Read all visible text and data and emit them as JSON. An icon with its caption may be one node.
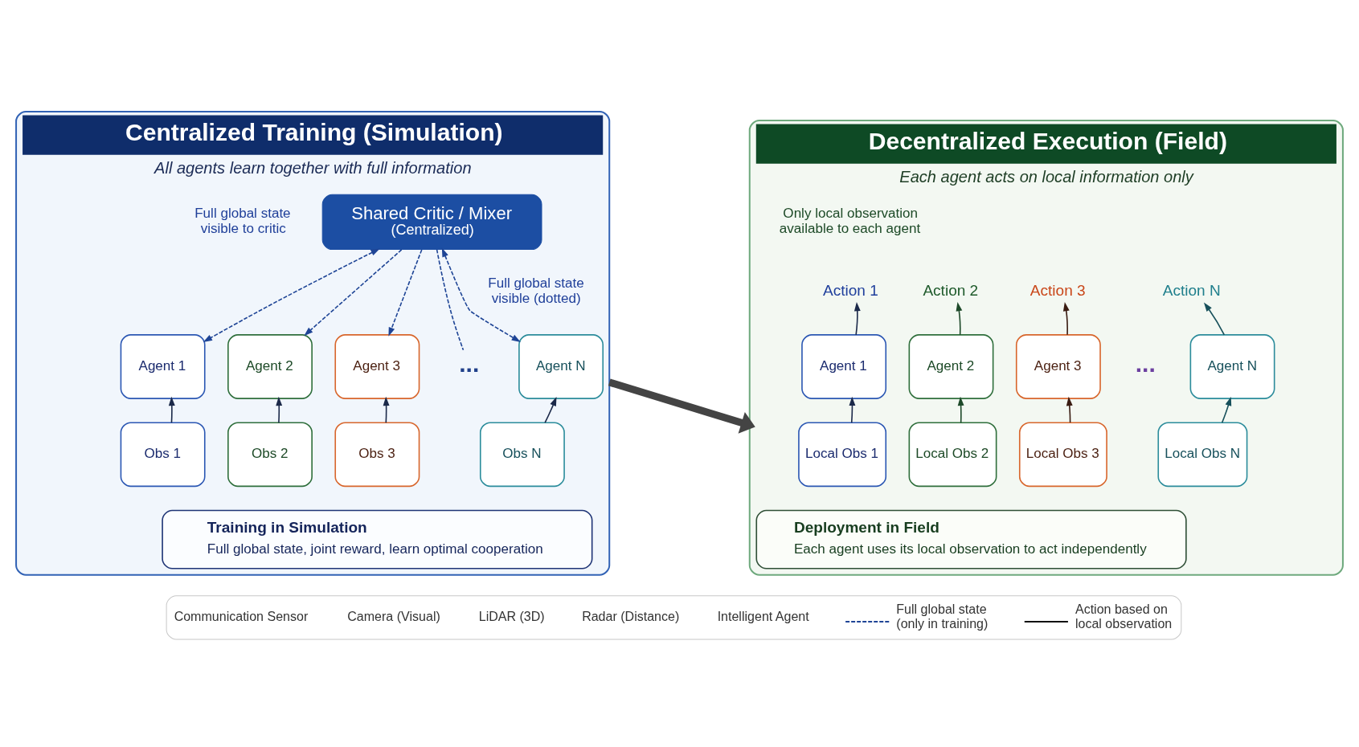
{
  "diagram": {
    "nodes": [
      {
        "text": [
          "Centralized Training (Simulation)",
          "All agents learn together with full information"
        ]
      },
      {
        "text": [
          "Shared Critic / Mixer",
          "(Centralized)"
        ],
        "in": 0
      },
      {
        "text": [
          "Agent 1"
        ],
        "in": 0
      },
      {
        "text": [
          "Agent 2"
        ],
        "in": 0
      },
      {
        "text": [
          "Agent 3"
        ],
        "in": 0
      },
      {
        "text": [
          "..."
        ],
        "in": 0
      },
      {
        "text": [
          "Agent N"
        ],
        "in": 0
      },
      {
        "text": [
          "Obs 1"
        ],
        "in": 0
      },
      {
        "text": [
          "Obs 2"
        ],
        "in": 0
      },
      {
        "text": [
          "Obs 3"
        ],
        "in": 0
      },
      {
        "text": [
          "Obs N"
        ],
        "in": 0
      },
      {
        "text": [
          "Training in Simulation",
          "Full global state, joint reward, learn optimal cooperation"
        ],
        "in": 0
      },
      {
        "text": [
          "Decentralized Execution (Field)",
          "Each agent acts on local information only"
        ]
      },
      {
        "text": [
          "Action 1"
        ],
        "in": 12
      },
      {
        "text": [
          "Action 2"
        ],
        "in": 12
      },
      {
        "text": [
          "Action 3"
        ],
        "in": 12
      },
      {
        "text": [
          "Action N"
        ],
        "in": 12
      },
      {
        "text": [
          "Agent 1"
        ],
        "in": 12
      },
      {
        "text": [
          "Agent 2"
        ],
        "in": 12
      },
      {
        "text": [
          "Agent 3"
        ],
        "in": 12
      },
      {
        "text": [
          "Agent N"
        ],
        "in": 12
      },
      {
        "text": [
          "Local Obs 1"
        ],
        "in": 12
      },
      {
        "text": [
          "Local Obs 2"
        ],
        "in": 12
      },
      {
        "text": [
          "Local Obs 3"
        ],
        "in": 12
      },
      {
        "text": [
          "Local Obs N"
        ],
        "in": 12
      },
      {
        "text": [
          "Deployment in Field",
          "Each agent uses its local observation to act independently"
        ],
        "in": 12
      }
    ],
    "edges": [
      {
        "from": 1,
        "to": 2,
        "arrow": "both",
        "style": "dashed",
        "color": "#1f4596"
      },
      {
        "from": 1,
        "to": 3,
        "arrow": "to",
        "style": "dashed",
        "color": "#1f4596"
      },
      {
        "from": 1,
        "to": 4,
        "arrow": "to",
        "style": "dashed",
        "color": "#1f4596"
      },
      {
        "from": 1,
        "to": 5,
        "arrow": "none",
        "style": "dashed",
        "color": "#1f4596"
      },
      {
        "from": 1,
        "to": 6,
        "arrow": "both",
        "style": "dashed",
        "color": "#1f4596"
      },
      {
        "from": 7,
        "to": 2,
        "arrow": "to"
      },
      {
        "from": 8,
        "to": 3,
        "arrow": "to"
      },
      {
        "from": 9,
        "to": 4,
        "arrow": "to"
      },
      {
        "from": 10,
        "to": 6,
        "arrow": "to"
      },
      {
        "from": 0,
        "to": 12,
        "arrow": "to",
        "style": "thick",
        "color": "#444444"
      },
      {
        "from": 17,
        "to": 13,
        "arrow": "to"
      },
      {
        "from": 18,
        "to": 14,
        "arrow": "to",
        "color": "#1e4a2a"
      },
      {
        "from": 19,
        "to": 15,
        "arrow": "to",
        "color": "#3a1c12"
      },
      {
        "from": 20,
        "to": 16,
        "arrow": "to",
        "color": "#17505b"
      },
      {
        "from": 21,
        "to": 17,
        "arrow": "to"
      },
      {
        "from": 22,
        "to": 18,
        "arrow": "to",
        "color": "#1e4a2a"
      },
      {
        "from": 23,
        "to": 19,
        "arrow": "to",
        "color": "#3a1c12"
      },
      {
        "from": 24,
        "to": 20,
        "arrow": "to",
        "color": "#17505b"
      }
    ],
    "labels": [
      "Full global state visible to critic",
      "Full global state visible (dotted)",
      "Only local observation available to each agent",
      "..."
    ],
    "legend": [
      {
        "text": "Communication Sensor"
      },
      {
        "text": "Camera (Visual)"
      },
      {
        "text": "LiDAR (3D)"
      },
      {
        "text": "Radar (Distance)"
      },
      {
        "text": "Intelligent Agent"
      },
      {
        "text": "Full global state (only in training)"
      },
      {
        "text": "Action based on local observation"
      }
    ]
  }
}
